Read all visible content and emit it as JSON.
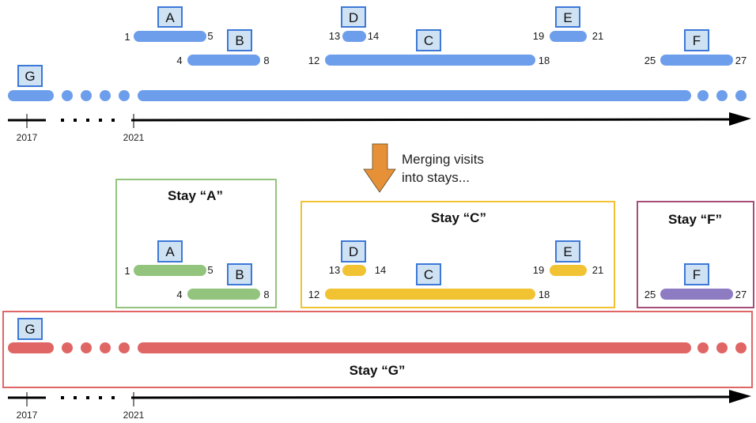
{
  "colors": {
    "visit_default": "#6d9eeb",
    "tag_fill": "#cfe2f3",
    "tag_stroke": "#3c78d8",
    "axis": "#000000",
    "arrow_merge": "#e69138",
    "stay_A": "#93c47d",
    "stay_C": "#f1c232",
    "stay_F": "#8e7cc3",
    "stay_G": "#e06666",
    "stay_F_border": "#a64d79"
  },
  "top": {
    "visits": [
      {
        "id": "A",
        "start": "1",
        "end": "5"
      },
      {
        "id": "B",
        "start": "4",
        "end": "8"
      },
      {
        "id": "D",
        "start": "13",
        "end": "14"
      },
      {
        "id": "C",
        "start": "12",
        "end": "18"
      },
      {
        "id": "E",
        "start": "19",
        "end": "21"
      },
      {
        "id": "F",
        "start": "25",
        "end": "27"
      },
      {
        "id": "G",
        "start": "",
        "end": ""
      }
    ],
    "axis_years": [
      "2017",
      "2021"
    ]
  },
  "merge_note": {
    "line1": "Merging visits",
    "line2": "into stays..."
  },
  "bottom": {
    "stays": [
      {
        "id": "A",
        "title": "Stay “A”",
        "visits": [
          "A",
          "B"
        ]
      },
      {
        "id": "C",
        "title": "Stay “C”",
        "visits": [
          "D",
          "C",
          "E"
        ]
      },
      {
        "id": "F",
        "title": "Stay “F”",
        "visits": [
          "F"
        ]
      },
      {
        "id": "G",
        "title": "Stay “G”",
        "visits": [
          "G"
        ]
      }
    ],
    "axis_years": [
      "2017",
      "2021"
    ]
  }
}
